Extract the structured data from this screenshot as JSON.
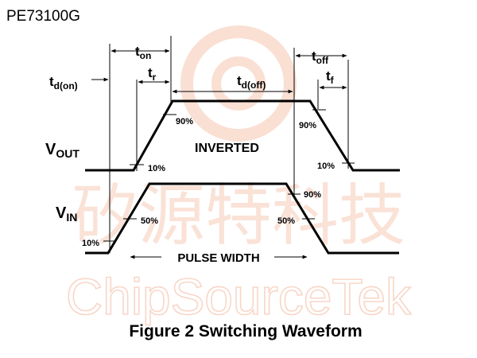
{
  "part_number": "PE73100G",
  "caption": "Figure 2 Switching Waveform",
  "watermark": {
    "chinese": "矽源特科技",
    "latin": "ChipSourceTek",
    "color": "#f6c6b0"
  },
  "signals": {
    "vout": {
      "base": "V",
      "sub": "OUT",
      "tag": "INVERTED"
    },
    "vin": {
      "base": "V",
      "sub": "IN"
    }
  },
  "timing": {
    "td_on": {
      "base": "t",
      "sub": "d(on)"
    },
    "t_on": {
      "base": "t",
      "sub": "on"
    },
    "t_r": {
      "base": "t",
      "sub": "r"
    },
    "td_off": {
      "base": "t",
      "sub": "d(off)"
    },
    "t_off": {
      "base": "t",
      "sub": "off"
    },
    "t_f": {
      "base": "t",
      "sub": "f"
    }
  },
  "levels": {
    "vout_low_10": "10%",
    "vout_high_90": "90%",
    "vout_fall_90": "90%",
    "vout_fall_10": "10%",
    "vin_low_10": "10%",
    "vin_rise_50": "50%",
    "vin_fall_90": "90%",
    "vin_fall_50": "50%"
  },
  "pulse_width_label": "PULSE WIDTH",
  "colors": {
    "ink": "#000000",
    "background": "#ffffff"
  }
}
